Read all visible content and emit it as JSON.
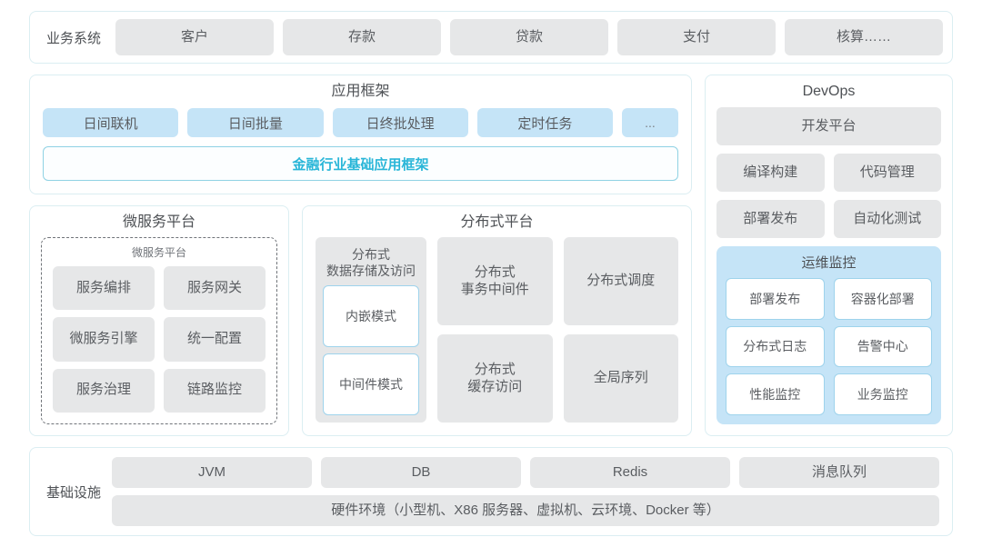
{
  "business_systems": {
    "label": "业务系统",
    "items": [
      "客户",
      "存款",
      "贷款",
      "支付",
      "核算……"
    ]
  },
  "app_framework": {
    "title": "应用框架",
    "tags": [
      "日间联机",
      "日间批量",
      "日终批处理",
      "定时任务",
      "..."
    ],
    "banner": "金融行业基础应用框架"
  },
  "micro_service": {
    "title": "微服务平台",
    "subtitle": "微服务平台",
    "items": [
      "服务编排",
      "服务网关",
      "微服务引擎",
      "统一配置",
      "服务治理",
      "链路监控"
    ]
  },
  "distributed": {
    "title": "分布式平台",
    "storage": {
      "title": "分布式\n数据存储及访问",
      "title_line1": "分布式",
      "title_line2": "数据存储及访问",
      "modes": [
        "内嵌模式",
        "中间件模式"
      ]
    },
    "cells": [
      {
        "line1": "分布式",
        "line2": "事务中间件"
      },
      {
        "line1": "分布式调度",
        "line2": ""
      },
      {
        "line1": "分布式",
        "line2": "缓存访问"
      },
      {
        "line1": "全局序列",
        "line2": ""
      }
    ]
  },
  "devops": {
    "title": "DevOps",
    "platform": "开发平台",
    "pairs": [
      [
        "编译构建",
        "代码管理"
      ],
      [
        "部署发布",
        "自动化测试"
      ]
    ],
    "ops": {
      "title": "运维监控",
      "items": [
        "部署发布",
        "容器化部署",
        "分布式日志",
        "告警中心",
        "性能监控",
        "业务监控"
      ]
    }
  },
  "infrastructure": {
    "label": "基础设施",
    "items": [
      "JVM",
      "DB",
      "Redis",
      "消息队列"
    ],
    "hardware": "硬件环境（小型机、X86 服务器、虚拟机、云环境、Docker 等）"
  },
  "colors": {
    "shell_border": "#dbeef2",
    "grey_tile": "#e6e7e8",
    "blue_tile": "#c5e4f7",
    "accent": "#29b6d8",
    "text": "#5a5d61"
  }
}
